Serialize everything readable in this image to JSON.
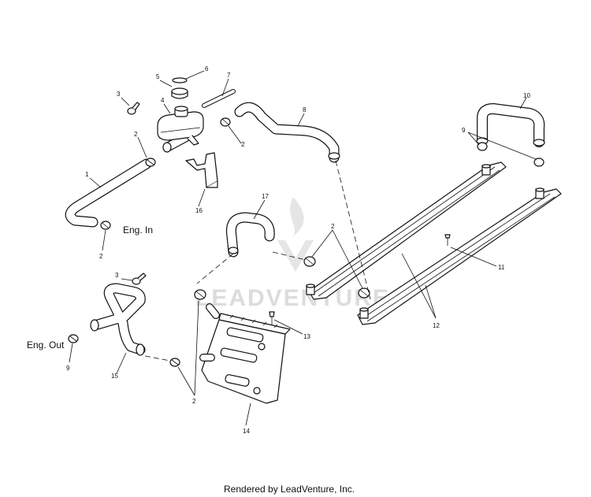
{
  "labels": {
    "eng_in": "Eng. In",
    "eng_out": "Eng. Out"
  },
  "callouts": {
    "c1": "1",
    "c2a": "2",
    "c2b": "2",
    "c2c": "2",
    "c2d": "2",
    "c2e": "2",
    "c3a": "3",
    "c3b": "3",
    "c4": "4",
    "c5": "5",
    "c6": "6",
    "c7": "7",
    "c8": "8",
    "c9a": "9",
    "c9b": "9",
    "c10": "10",
    "c11": "11",
    "c12": "12",
    "c13": "13",
    "c14": "14",
    "c15": "15",
    "c16": "16",
    "c17": "17"
  },
  "footer": "Rendered by LeadVenture, Inc.",
  "watermark": "LEADVENTURE",
  "colors": {
    "line": "#111111",
    "watermark": "#d9d9d9",
    "background": "#ffffff"
  }
}
